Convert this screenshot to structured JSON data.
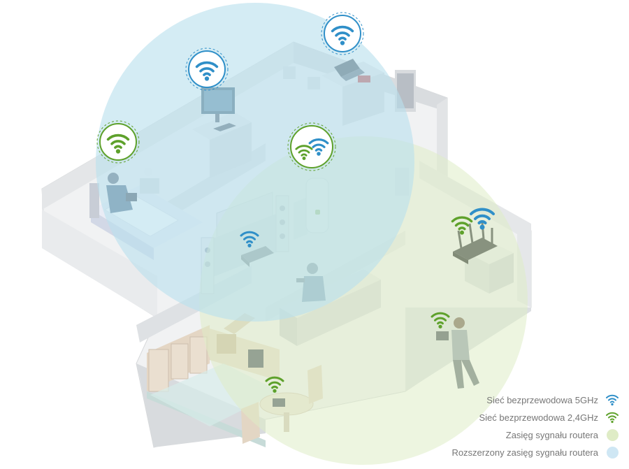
{
  "colors": {
    "wifi_5ghz": "#2f8fc8",
    "wifi_24ghz": "#5ea12b",
    "router_range": "#dfecc6",
    "extended_range": "#cfe7f4"
  },
  "icons": {
    "wifi_5ghz": "wifi-5ghz-icon",
    "wifi_24ghz": "wifi-24ghz-icon",
    "router_range": "green-range-dot",
    "extended_range": "blue-range-dot"
  },
  "legend": [
    {
      "label": "Sieć bezprzewodowa 5GHz",
      "icon": "wifi-5ghz-icon"
    },
    {
      "label": "Sieć bezprzewodowa 2,4GHz",
      "icon": "wifi-24ghz-icon"
    },
    {
      "label": "Zasięg sygnału routera",
      "icon": "green-range-dot"
    },
    {
      "label": "Rozszerzony zasięg sygnału routera",
      "icon": "blue-range-dot"
    }
  ]
}
